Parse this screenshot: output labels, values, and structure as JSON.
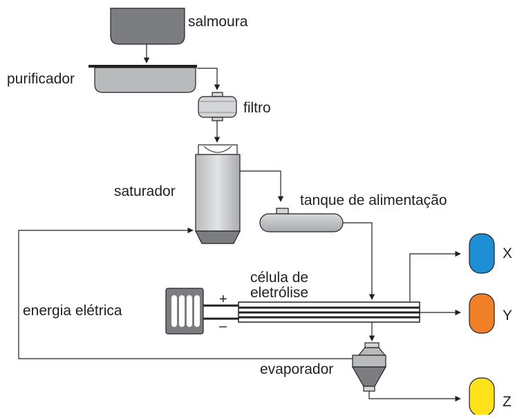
{
  "labels": {
    "brine": "salmoura",
    "purifier": "purificador",
    "filter": "filtro",
    "saturator": "saturador",
    "feed_tank": "tanque de alimentação",
    "cell_line1": "célula de",
    "cell_line2": "eletrólise",
    "power": "energia elétrica",
    "plus": "+",
    "minus": "–",
    "evaporator": "evaporador"
  },
  "products": [
    {
      "label": "X",
      "color": "#1e8fd5"
    },
    {
      "label": "Y",
      "color": "#f07f27"
    },
    {
      "label": "Z",
      "color": "#ffe21a"
    }
  ],
  "colors": {
    "vessel_dark": "#7c7d80",
    "vessel_light": "#b8babc",
    "vessel_lighter": "#d4d5d7",
    "line": "#231f20"
  }
}
